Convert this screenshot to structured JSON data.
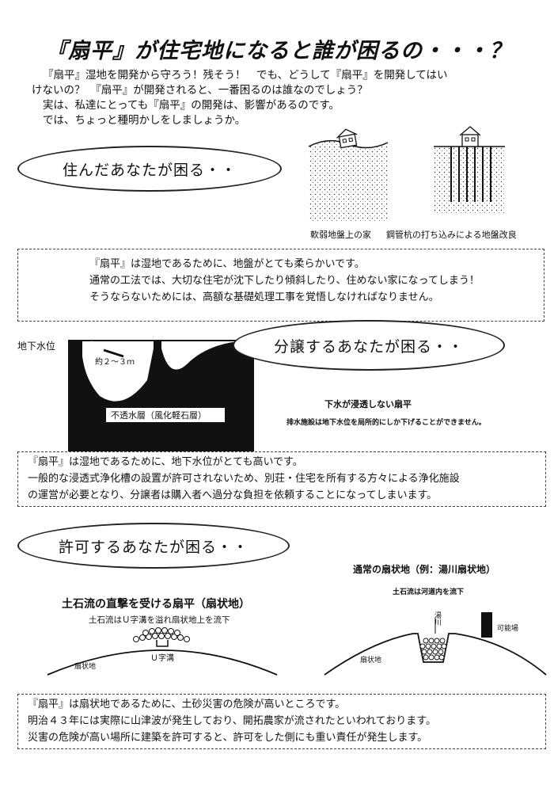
{
  "title": "『扇平』が住宅地になると誰が困るの・・・？",
  "intro": [
    "『扇平』湿地を開発から守ろう！残そう！　でも、どうして『扇平』を開発してはい",
    "けないの？　『扇平』が開発されると、一番困るのは誰なのでしょう？",
    "実は、私達にとっても『扇平』の開発は、影響があるのです。",
    "では、ちょっと種明かしをしましょうか。"
  ],
  "section1": {
    "heading": "住んだあなたが困る・・",
    "fig_left_caption": "軟弱地盤上の家",
    "fig_right_caption": "鋼管杭の打ち込みによる地盤改良",
    "box": [
      "『扇平』は湿地であるために、地盤がとても柔らかいです。",
      "通常の工法では、大切な住宅が沈下したり傾斜したり、住めない家になってしまう！",
      "そうならないためには、高額な基礎処理工事を覚悟しなければなりません。"
    ]
  },
  "section2": {
    "heading": "分譲するあなたが困る・・",
    "groundwater_label": "地下水位",
    "depth_label": "約２～３ｍ",
    "layer_label": "不透水層（風化軽石層）",
    "fig_caption": "下水が浸透しない扇平",
    "fig_subcaption": "排水施設は地下水位を局所的にしか下げることができません。",
    "box": [
      "『扇平』は湿地であるために、地下水位がとても高いです。",
      "一般的な浸透式浄化槽の設置が許可されないため、別荘・住宅を所有する方々による浄化施設",
      "の運営が必要となり、分譲者は購入者へ過分な負担を依頼することになってしまいます。"
    ]
  },
  "section3": {
    "heading": "許可するあなたが困る・・",
    "left_title": "土石流の直撃を受ける扇平（扇状地）",
    "left_sub": "土石流はＵ字溝を溢れ扇状地上を流下",
    "left_fan_label": "扇状地",
    "left_ditch_label": "Ｕ字溝",
    "right_title": "通常の扇状地（例：湯川扇状地）",
    "right_sub": "土石流は河道内を流下",
    "right_river_label": "湯川",
    "right_house_label": "可能場",
    "right_fan_label": "扇状地",
    "box": [
      "『扇平』は扇状地であるために、土砂災害の危険が高いところです。",
      "明治４３年には実際に山津波が発生しており、開拓農家が流されたといわれております。",
      "災害の危険が高い場所に建築を許可すると、許可をした側にも重い責任が発生します。"
    ]
  }
}
